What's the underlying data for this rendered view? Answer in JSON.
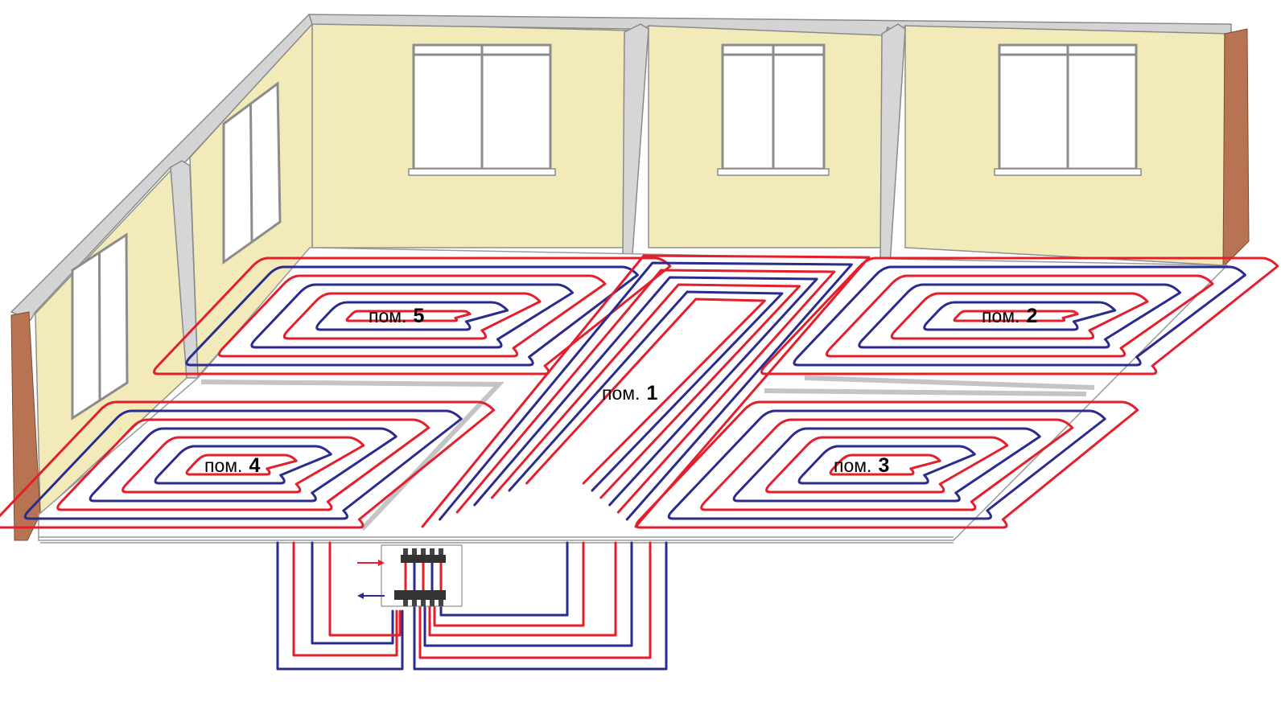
{
  "rooms": [
    {
      "id": "1",
      "prefix": "пом.",
      "number": "1"
    },
    {
      "id": "2",
      "prefix": "пом.",
      "number": "2"
    },
    {
      "id": "3",
      "prefix": "пом.",
      "number": "3"
    },
    {
      "id": "4",
      "prefix": "пом.",
      "number": "4"
    },
    {
      "id": "5",
      "prefix": "пом.",
      "number": "5"
    }
  ],
  "colors": {
    "wall": "#f2eab8",
    "wall_edge": "#8f8f8f",
    "wall_top": "#d4d4d4",
    "wall_section": "#b87452",
    "floor": "#ffffff",
    "supply_pipe": "#e41e2b",
    "return_pipe": "#2a2b8f",
    "window_frame": "#8c8c8c"
  },
  "icons": {
    "supply_arrow": "arrow-right-icon",
    "return_arrow": "arrow-left-icon",
    "manifold": "manifold-icon",
    "window": "window-icon"
  }
}
